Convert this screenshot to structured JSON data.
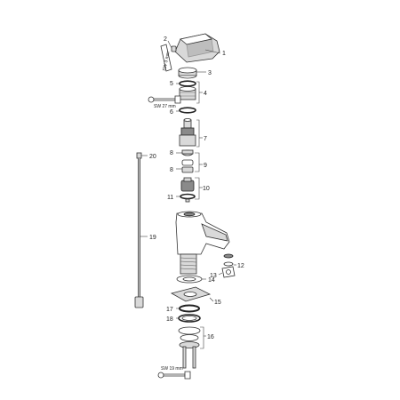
{
  "callouts": {
    "c1": "1",
    "c2": "2",
    "c3": "3",
    "c4": "4",
    "c5": "5",
    "c6": "6",
    "c7": "7",
    "c8a": "8",
    "c8b": "8",
    "c9": "9",
    "c10": "10",
    "c11": "11",
    "c12": "12",
    "c13": "13",
    "c14": "14",
    "c15": "15",
    "c16": "16",
    "c17": "17",
    "c18": "18",
    "c19": "19",
    "c20": "20"
  },
  "tools": {
    "sw3": "SW 3 mm",
    "sw27": "SW 27 mm",
    "sw19": "SW 19 mm"
  }
}
